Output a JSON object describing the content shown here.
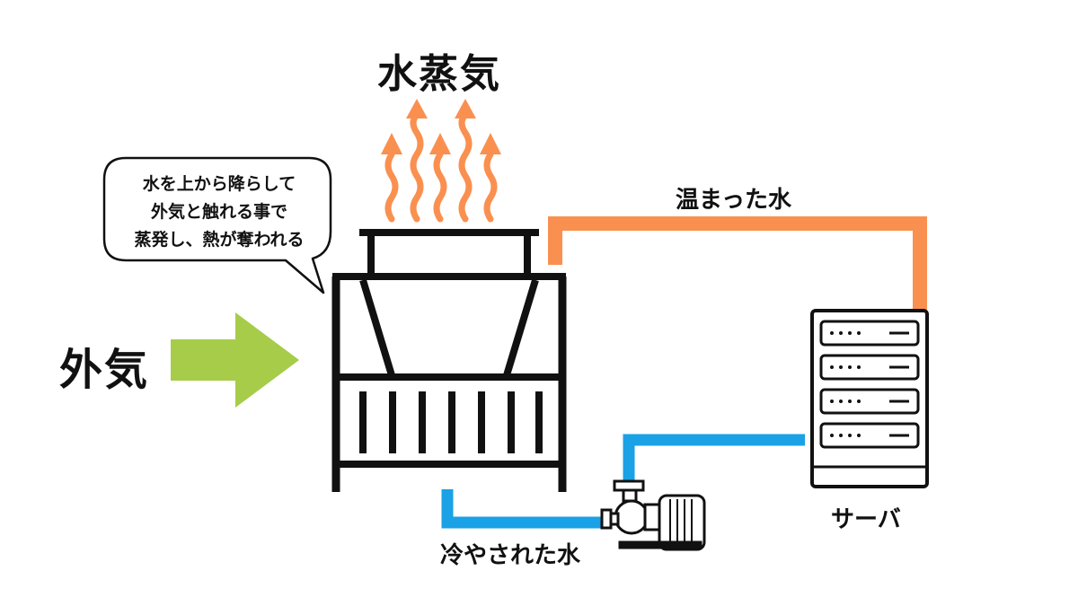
{
  "labels": {
    "steam": "水蒸気",
    "outside_air": "外気",
    "warm_water": "温まった水",
    "cooled_water": "冷やされた水",
    "server": "サーバ"
  },
  "callout": {
    "lines": [
      "水を上から降らして",
      "外気と触れる事で",
      "蒸発し、熱が奪われる"
    ]
  },
  "colors": {
    "warm_pipe": "#fa9050",
    "steam": "#fa9050",
    "cool_pipe": "#1aa1e6",
    "air_arrow": "#a6cc4a",
    "outline": "#111111"
  }
}
